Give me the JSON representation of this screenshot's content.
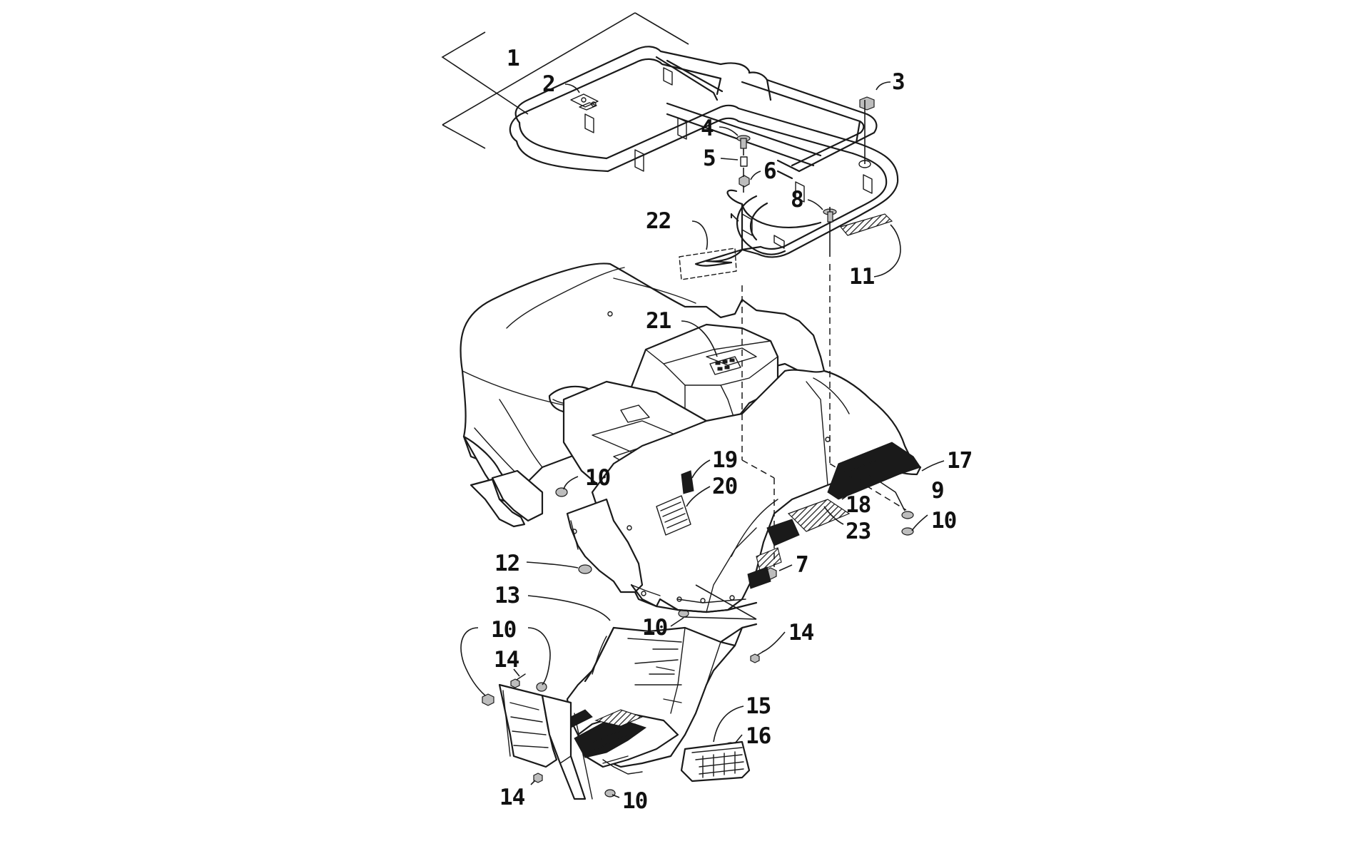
{
  "callouts": {
    "c1": "1",
    "c2": "2",
    "c3": "3",
    "c4": "4",
    "c5": "5",
    "c6": "6",
    "c7": "7",
    "c8": "8",
    "c9": "9",
    "c10a": "10",
    "c10b": "10",
    "c10c": "10",
    "c10d": "10",
    "c10e": "10",
    "c11": "11",
    "c12": "12",
    "c13": "13",
    "c14a": "14",
    "c14b": "14",
    "c14c": "14",
    "c15": "15",
    "c16": "16",
    "c17": "17",
    "c18": "18",
    "c19": "19",
    "c20": "20",
    "c21": "21",
    "c22": "22",
    "c23": "23"
  }
}
